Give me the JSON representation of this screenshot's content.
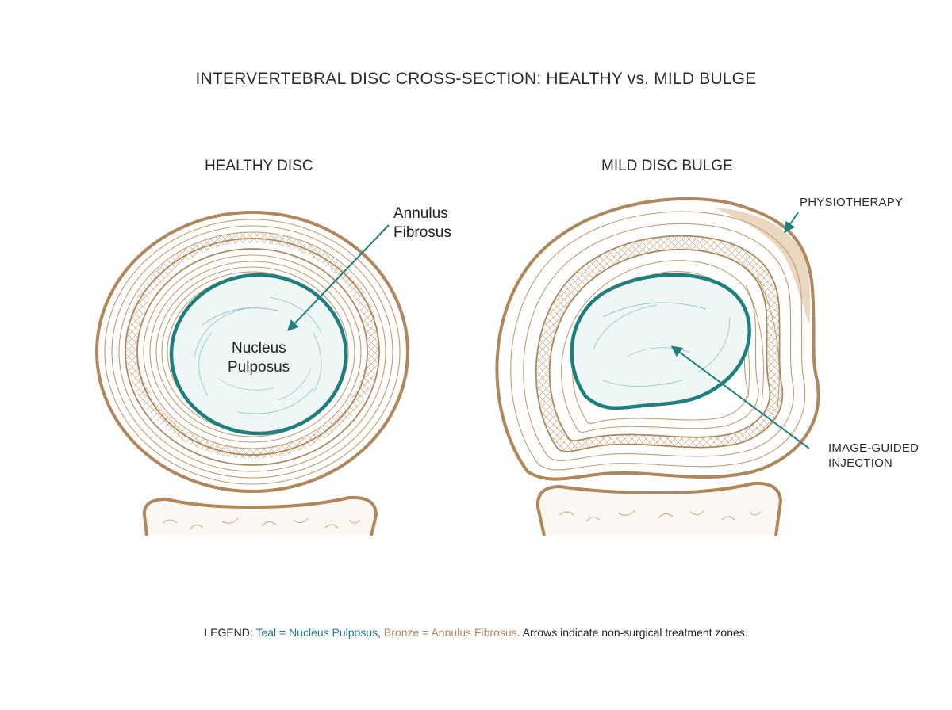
{
  "title": "INTERVERTEBRAL DISC CROSS-SECTION: HEALTHY vs. MILD BULGE",
  "panels": {
    "healthy": {
      "heading": "HEALTHY DISC",
      "annulus_label_line1": "Annulus",
      "annulus_label_line2": "Fibrosus",
      "nucleus_label_line1": "Nucleus",
      "nucleus_label_line2": "Pulposus"
    },
    "bulge": {
      "heading": "MILD DISC BULGE",
      "physio_label": "PHYSIOTHERAPY",
      "injection_label_line1": "IMAGE-GUIDED",
      "injection_label_line2": "INJECTION"
    }
  },
  "legend": {
    "prefix": "LEGEND: ",
    "teal_text": "Teal = Nucleus Pulposus",
    "separator": ", ",
    "bronze_text": "Bronze = Annulus Fibrosus",
    "suffix": ". Arrows indicate non-surgical treatment zones."
  },
  "colors": {
    "teal": "#1f7f7f",
    "bronze": "#b0875a",
    "annulus_line": "#b38a5c",
    "bone_line": "#b8916a"
  }
}
